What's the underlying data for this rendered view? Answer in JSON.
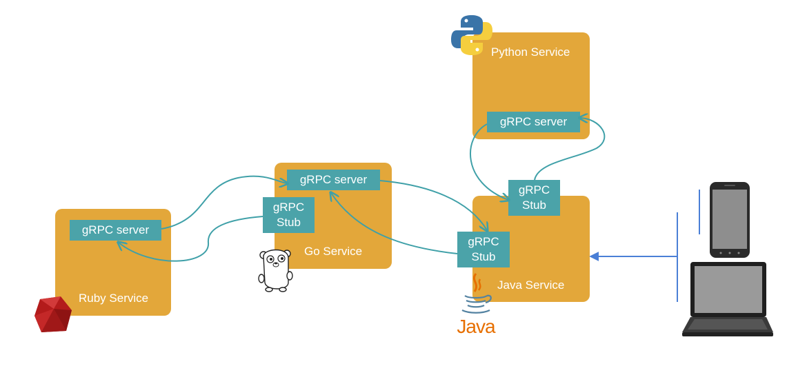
{
  "services": {
    "ruby": {
      "label": "Ruby Service",
      "server": "gRPC server"
    },
    "go": {
      "label": "Go Service",
      "server": "gRPC server",
      "stub_line1": "gRPC",
      "stub_line2": "Stub"
    },
    "python": {
      "label": "Python Service",
      "server": "gRPC server"
    },
    "java": {
      "label": "Java Service",
      "stub_top_line1": "gRPC",
      "stub_top_line2": "Stub",
      "stub_left_line1": "gRPC",
      "stub_left_line2": "Stub"
    }
  },
  "logos": {
    "java_wordmark": "Java"
  },
  "icons": [
    "ruby-logo-icon",
    "go-gopher-icon",
    "python-logo-icon",
    "java-logo-icon",
    "smartphone-icon",
    "laptop-icon",
    "arrow-icon"
  ],
  "colors": {
    "service": "#E3A73A",
    "grpc": "#4BA3A9",
    "connector": "#3FA0A8",
    "client_arrow": "#4A7FD6"
  }
}
